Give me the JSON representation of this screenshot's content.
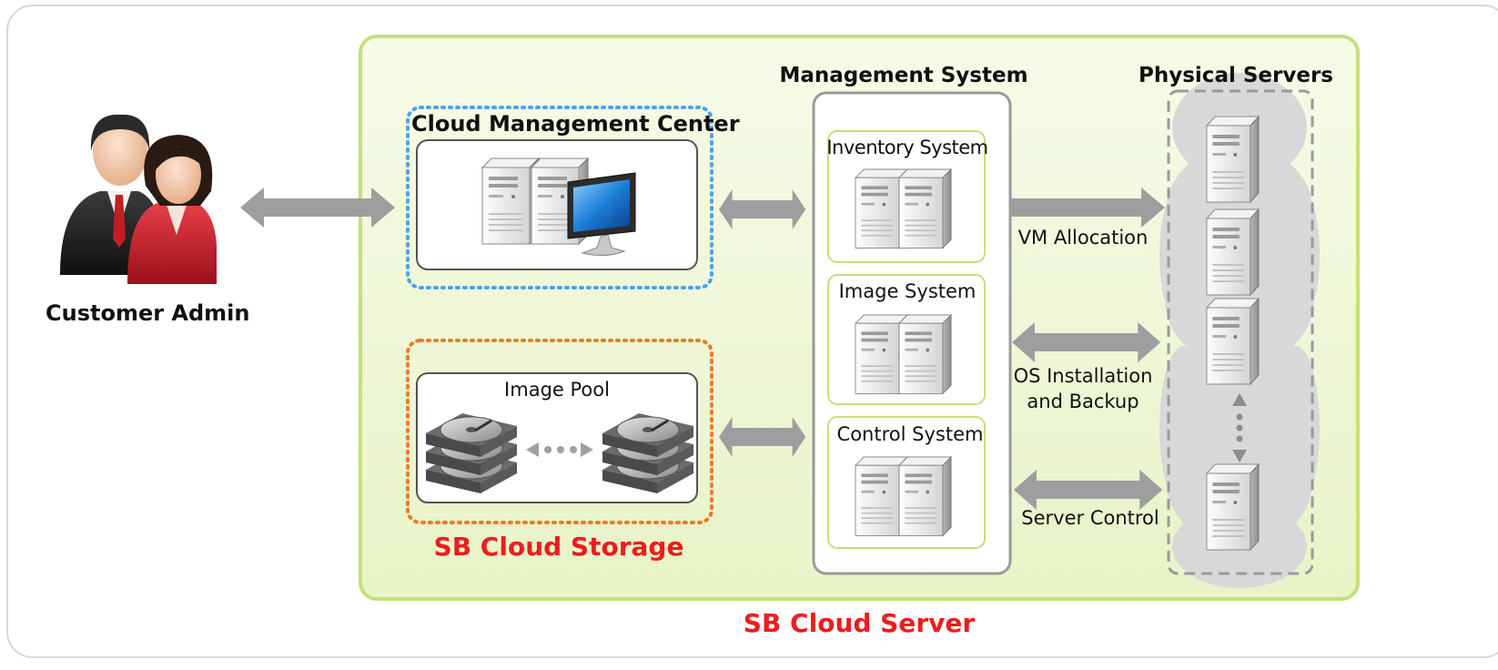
{
  "actors": {
    "customer_admin": "Customer Admin"
  },
  "cloud_server": {
    "title": "SB Cloud Server"
  },
  "cloud_storage": {
    "title": "SB Cloud Storage"
  },
  "cloud_management_center": {
    "title": "Cloud Management Center"
  },
  "image_pool": {
    "title": "Image Pool"
  },
  "management_system": {
    "title": "Management System",
    "subsystems": [
      "Inventory System",
      "Image System",
      "Control System"
    ]
  },
  "physical_servers": {
    "title": "Physical Servers"
  },
  "connections": {
    "vm_allocation": "VM Allocation",
    "os_installation_line1": "OS Installation",
    "os_installation_line2": "and Backup",
    "server_control": "Server Control"
  },
  "colors": {
    "server_zone_border": "#c3e07a",
    "server_zone_fill": "#f1f8dd",
    "cloud_mgmt_dots": "#4aa3f0",
    "storage_dots": "#f07a22",
    "title_red": "#ee1c1c",
    "arrow_gray": "#9a9a9a"
  }
}
